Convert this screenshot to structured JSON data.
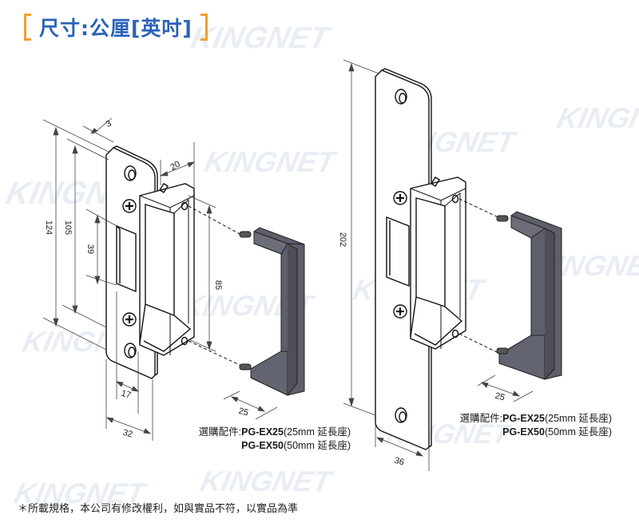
{
  "header": {
    "title": "尺寸:公厘[英吋]",
    "accent_color": "#2a62b8",
    "bracket_color": "#f0a030"
  },
  "watermark": {
    "text": "KINGNET"
  },
  "product_short": {
    "dimensions": {
      "plate_thickness": "3",
      "overall_height": "124",
      "mount_height": "105",
      "opening_height": "39",
      "body_depth": "20",
      "extension_hole_spacing": "85",
      "face_width": "17",
      "plate_width": "32",
      "extension_depth": "25"
    },
    "accessory_note": {
      "prefix": "選購配件:",
      "items": [
        {
          "model": "PG-EX25",
          "desc": "(25mm 延長座)"
        },
        {
          "model": "PG-EX50",
          "desc": "(50mm 延長座)"
        }
      ]
    }
  },
  "product_long": {
    "dimensions": {
      "overall_height": "202",
      "plate_width": "36",
      "extension_depth": "25"
    },
    "accessory_note": {
      "prefix": "選購配件:",
      "items": [
        {
          "model": "PG-EX25",
          "desc": "(25mm 延長座)"
        },
        {
          "model": "PG-EX50",
          "desc": "(50mm 延長座)"
        }
      ]
    }
  },
  "footer": {
    "disclaimer": "＊所載規格，本公司有修改權利，如與實品不符，以實品為準"
  }
}
